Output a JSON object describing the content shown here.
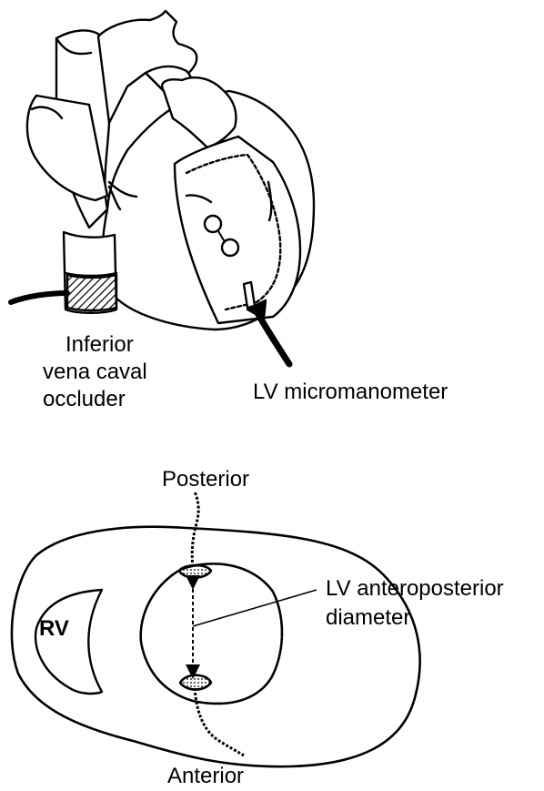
{
  "labels": {
    "ivc_line1": "Inferior",
    "ivc_line2": "vena caval",
    "ivc_line3": "occluder",
    "lv_micromanometer": "LV micromanometer",
    "posterior": "Posterior",
    "anterior": "Anterior",
    "lv_ap_line1": "LV anteroposterior",
    "lv_ap_line2": "diameter",
    "rv": "RV"
  },
  "colors": {
    "ink": "#000000",
    "paper": "#ffffff",
    "hatch": "#000000"
  }
}
